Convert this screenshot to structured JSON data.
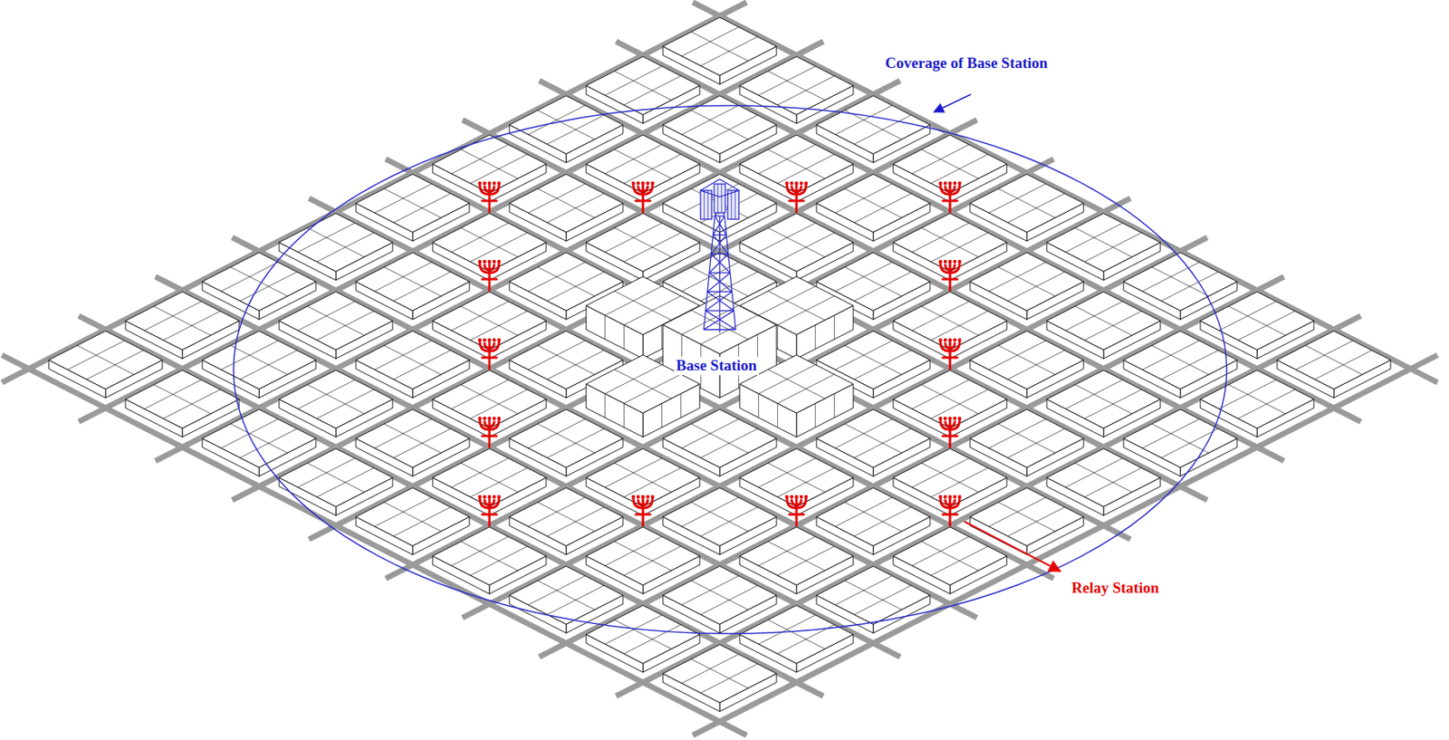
{
  "diagram": {
    "labels": [
      "Coverage of Base Station",
      "Base Station",
      "Relay Station"
    ]
  }
}
